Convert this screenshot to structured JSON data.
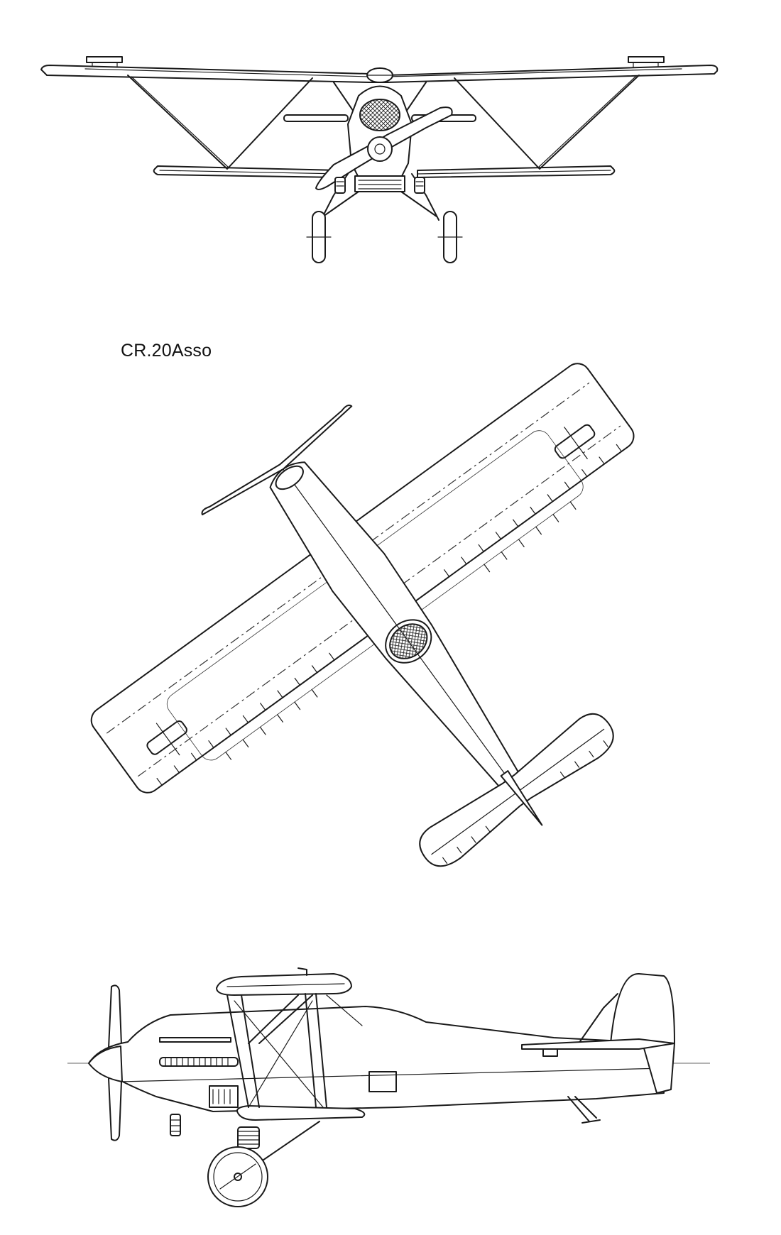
{
  "drawing": {
    "title": "CR.20Asso",
    "colors": {
      "line": "#1a1a1a",
      "background": "#ffffff"
    },
    "views": [
      "front-view",
      "plan-view",
      "side-view"
    ]
  }
}
